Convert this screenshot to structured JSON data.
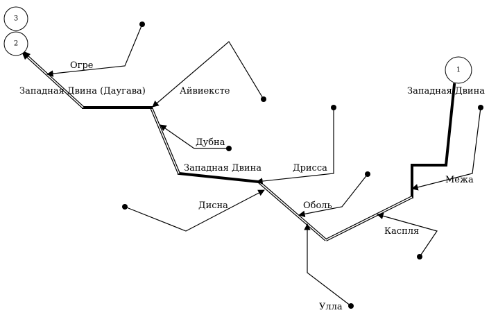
{
  "diagram": {
    "nodes": [
      "3",
      "2",
      "1"
    ],
    "labels": {
      "ogre": "Огре",
      "daugava": "Западная Двина (Даугава)",
      "aiviekste": "Айвиексте",
      "dubna": "Дубна",
      "zap_dvina_mid": "Западная Двина",
      "drissa": "Дрисса",
      "disna": "Дисна",
      "obol": "Оболь",
      "zap_dvina_right": "Западная Двина",
      "mezha": "Межа",
      "kasplya": "Каспля",
      "ulla": "Улла"
    }
  }
}
